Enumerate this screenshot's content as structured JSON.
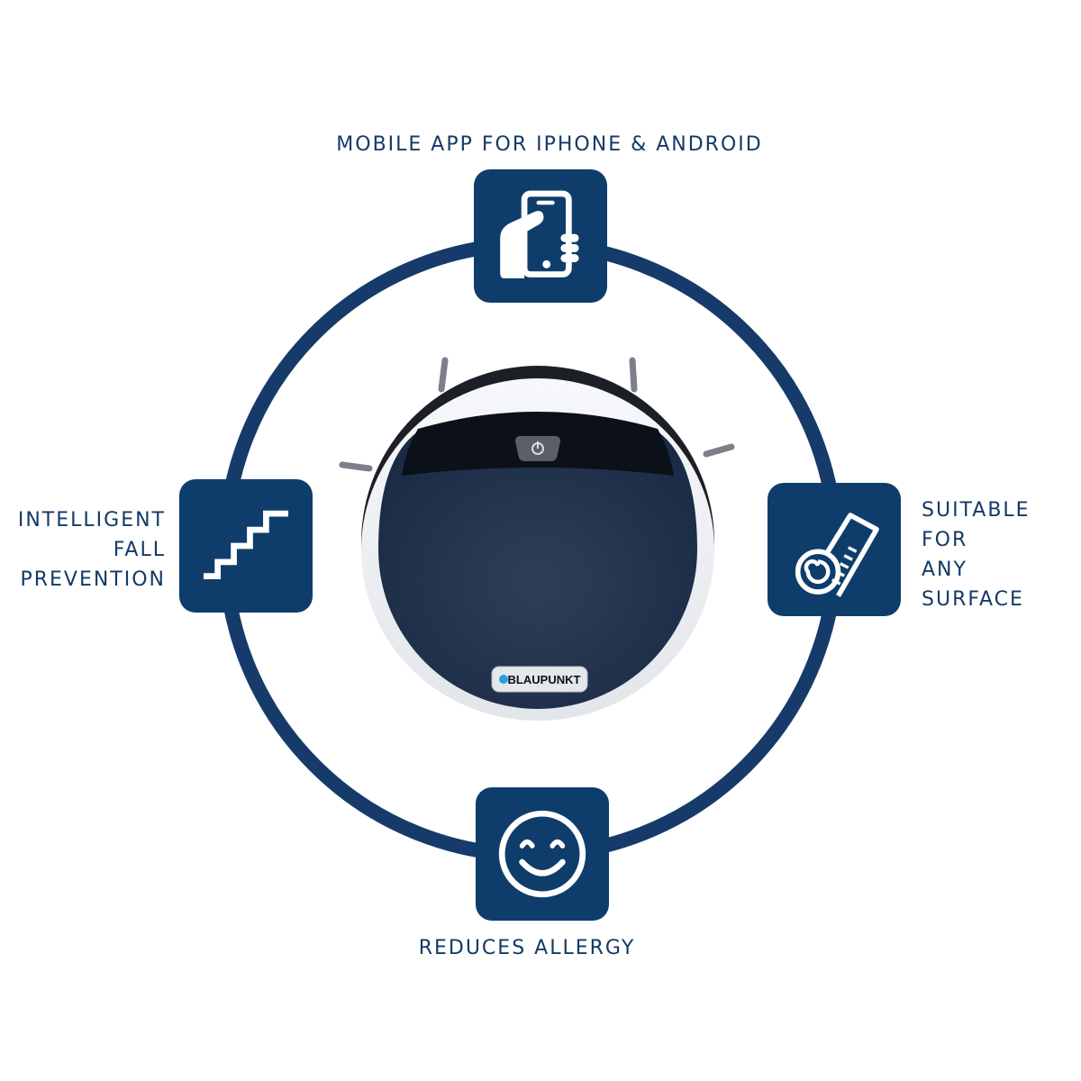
{
  "colors": {
    "brand_navy": "#0e3d6b",
    "ring": "#163b6b",
    "label": "#133a66",
    "logo_dot": "#2a9fe0"
  },
  "features": {
    "top": {
      "label": "MOBILE APP FOR IPHONE & ANDROID",
      "icon": "hand-smartphone-icon"
    },
    "left": {
      "lines": [
        "INTELLIGENT",
        "FALL",
        "PREVENTION"
      ],
      "icon": "stairs-icon"
    },
    "right": {
      "lines": [
        "SUITABLE",
        "FOR",
        "ANY",
        "SURFACE"
      ],
      "icon": "rolled-carpet-icon"
    },
    "bottom": {
      "label": "REDUCES ALLERGY",
      "icon": "smiley-face-icon"
    }
  },
  "product": {
    "brand_logo_text": "BLAUPUNKT",
    "power_icon": "power-icon"
  }
}
